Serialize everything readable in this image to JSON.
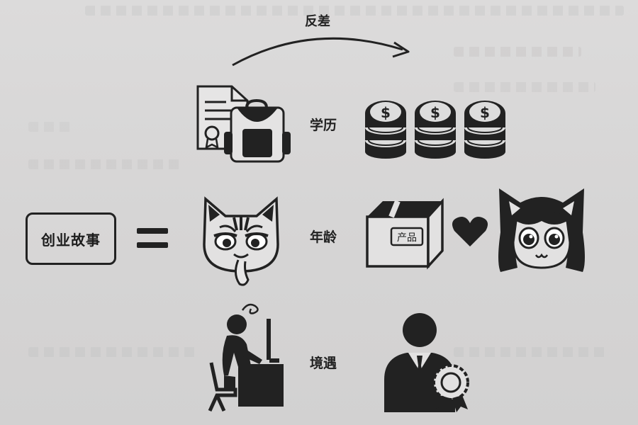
{
  "arrow_label": "反差",
  "story_box_label": "创业故事",
  "equals_symbol": "=",
  "rows": [
    {
      "label": "学历"
    },
    {
      "label": "年龄"
    },
    {
      "label": "境遇"
    }
  ],
  "product_box_text": "产品",
  "colors": {
    "ink": "#222222",
    "paper": "#d9d8d8"
  },
  "icons": [
    "diploma-icon",
    "schoolbag-icon",
    "coin-stack-icon",
    "cat-uncle-icon",
    "product-box-icon",
    "heart-icon",
    "girl-face-icon",
    "tired-worker-icon",
    "businessman-icon",
    "award-badge-icon"
  ]
}
